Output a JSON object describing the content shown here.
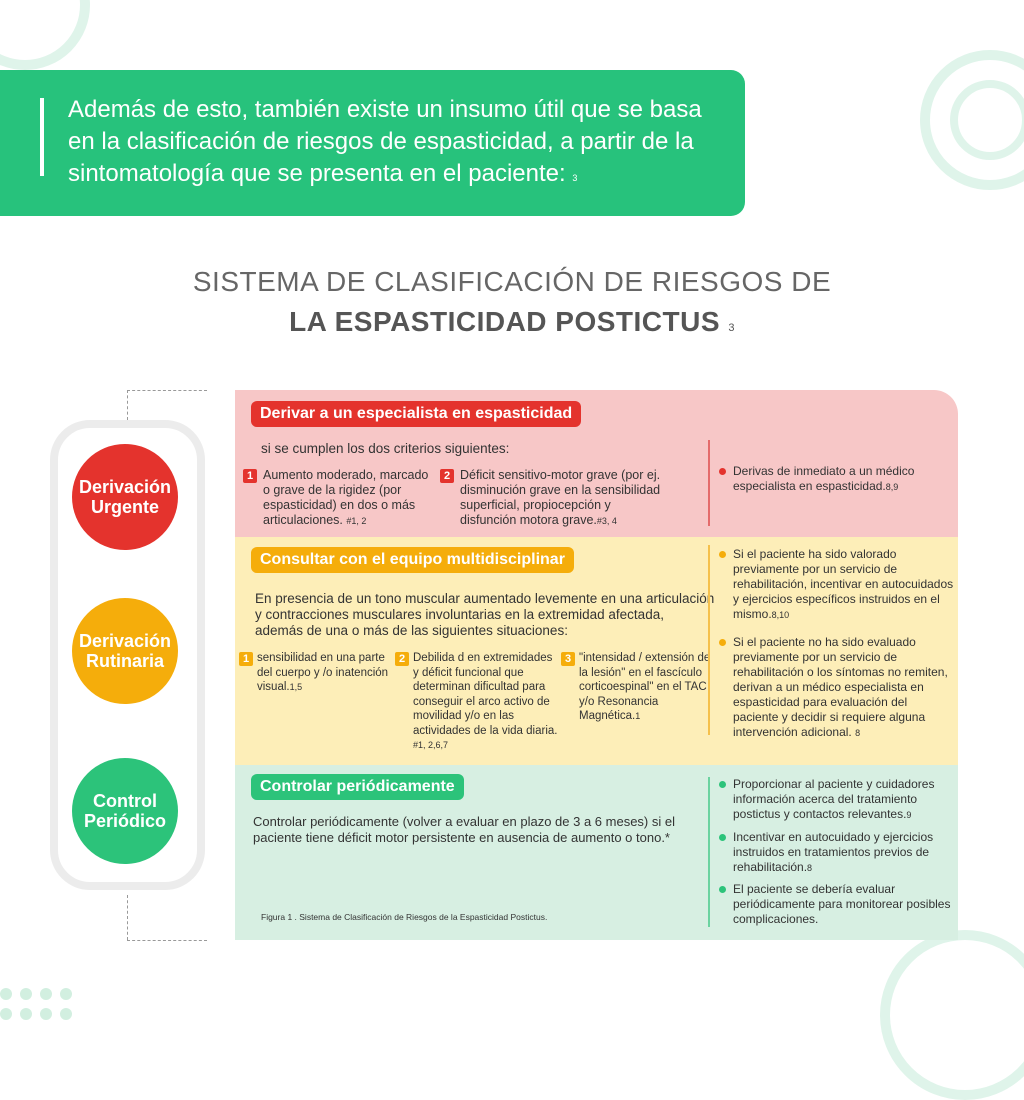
{
  "intro": {
    "text": "Además de esto, también existe un insumo útil que se basa en la clasificación de riesgos de espasticidad, a partir de la sintomatología que se presenta en el paciente:",
    "ref": "3"
  },
  "title": {
    "line1": "SISTEMA DE CLASIFICACIÓN DE RIESGOS DE",
    "line2": "LA ESPASTICIDAD POSTICTUS",
    "ref": "3"
  },
  "levels": [
    {
      "label": "Derivación Urgente",
      "color": "#e4332d"
    },
    {
      "label": "Derivación Rutinaria",
      "color": "#f5ad0b"
    },
    {
      "label": "Control Periódico",
      "color": "#2cc37a"
    }
  ],
  "urgent": {
    "heading": "Derivar a un especialista en espasticidad",
    "intro": "si se cumplen los dos criterios siguientes:",
    "criteria": [
      {
        "n": "1",
        "text": "Aumento moderado, marcado o grave de la rigidez (por espasticidad) en dos o más articulaciones.",
        "ref": "#1, 2"
      },
      {
        "n": "2",
        "text": "Déficit sensitivo-motor grave (por ej. disminución grave en la sensibilidad superficial, propiocepción y disfunción motora grave.",
        "ref": "#3, 4"
      }
    ],
    "actions": [
      {
        "text": "Derivas de inmediato a un médico especialista en espasticidad.",
        "ref": "8,9"
      }
    ]
  },
  "routine": {
    "heading": "Consultar con el equipo multidisciplinar",
    "intro": "En presencia de un tono muscular aumentado levemente en una articulación y contracciones musculares involuntarias en la extremidad afectada, además de una o más de las siguientes situaciones:",
    "criteria": [
      {
        "n": "1",
        "text": "sensibilidad en una parte del cuerpo y /o inatención visual.",
        "ref": "1,5"
      },
      {
        "n": "2",
        "text": "Debilida d en extremidades y déficit funcional que determinan dificultad para conseguir el arco activo de movilidad y/o en las actividades de la vida diaria.",
        "ref": "#1, 2,6,7"
      },
      {
        "n": "3",
        "text": "\"intensidad / extensión de la lesión\" en el fascículo corticoespinal\" en el TAC y/o Resonancia Magnética.",
        "ref": "1"
      }
    ],
    "actions": [
      {
        "text": "Si el paciente ha sido valorado previamente por un servicio de rehabilitación, incentivar en autocuidados y ejercicios específicos instruidos en el mismo.",
        "ref": "8,10"
      },
      {
        "text": "Si el paciente no ha sido evaluado previamente por un servicio de rehabilitación o los síntomas no remiten, derivan a un médico especialista en espasticidad para evaluación del paciente y decidir si requiere alguna intervención adicional.",
        "ref": "8"
      }
    ]
  },
  "periodic": {
    "heading": "Controlar periódicamente",
    "intro": "Controlar periódicamente (volver a evaluar en plazo de 3 a 6 meses) si el paciente tiene déficit motor persistente en ausencia de aumento o tono.*",
    "actions": [
      {
        "text": "Proporcionar al paciente y cuidadores información acerca del tratamiento postictus y contactos relevantes.",
        "ref": "9"
      },
      {
        "text": "Incentivar en autocuidado y ejercicios instruidos en tratamientos previos de rehabilitación.",
        "ref": "8"
      },
      {
        "text": "El paciente se debería evaluar periódicamente para monitorear posibles complicaciones.",
        "ref": ""
      }
    ]
  },
  "caption": "Figura 1 .  Sistema de Clasificación de Riesgos de la Espasticidad Postictus."
}
